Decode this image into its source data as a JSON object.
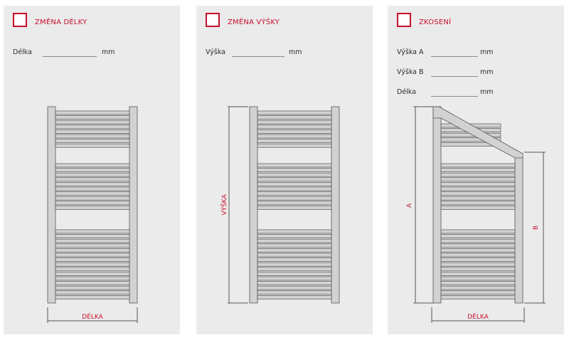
{
  "panels": [
    {
      "title": "ZMĚNA DÉLKY",
      "fields": [
        {
          "label": "Délka",
          "unit": "mm"
        }
      ],
      "dimension_label": "DÉLKA"
    },
    {
      "title": "ZMĚNA VÝŠKY",
      "fields": [
        {
          "label": "Výška",
          "unit": "mm"
        }
      ],
      "dimension_label": "VÝŠKA"
    },
    {
      "title": "ZKOSENÍ",
      "fields": [
        {
          "label": "Výška A",
          "unit": "mm"
        },
        {
          "label": "Výška B",
          "unit": "mm"
        },
        {
          "label": "Délka",
          "unit": "mm"
        }
      ],
      "dimension_labels": {
        "height_a": "A",
        "height_b": "B",
        "length": "DÉLKA"
      }
    }
  ],
  "colors": {
    "accent": "#c8102e",
    "panel_bg": "#ebebeb",
    "frame": "#d2d2d2",
    "outline": "#555555"
  }
}
